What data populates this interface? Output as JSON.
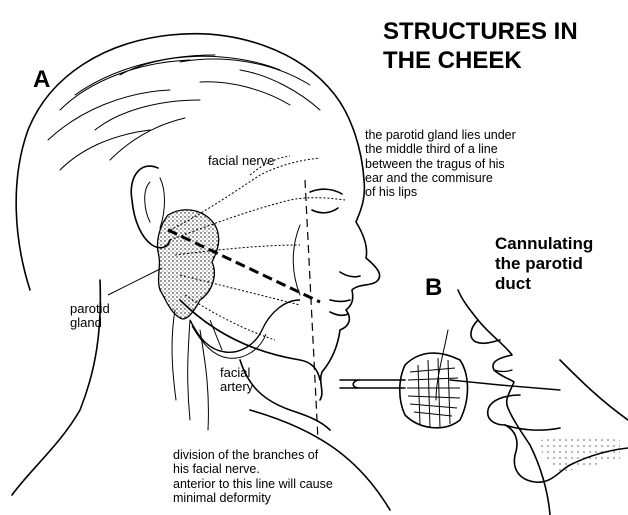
{
  "title_lines": [
    "STRUCTURES IN",
    "THE CHEEK"
  ],
  "panels": {
    "a": "A",
    "b": "B"
  },
  "panel_b_caption": [
    "Cannulating",
    "the parotid",
    "duct"
  ],
  "labels": {
    "facial_nerve": "facial nerve",
    "parotid_gland": [
      "parotid",
      "gland"
    ],
    "facial_artery": [
      "facial",
      "artery"
    ]
  },
  "notes": {
    "parotid": [
      "the parotid gland lies under",
      "the middle third of a line",
      "between the tragus of his",
      "ear and the commisure",
      "of his lips"
    ],
    "division": [
      "division of the branches of",
      "his facial nerve.",
      "anterior to this line will cause",
      "minimal deformity"
    ]
  }
}
